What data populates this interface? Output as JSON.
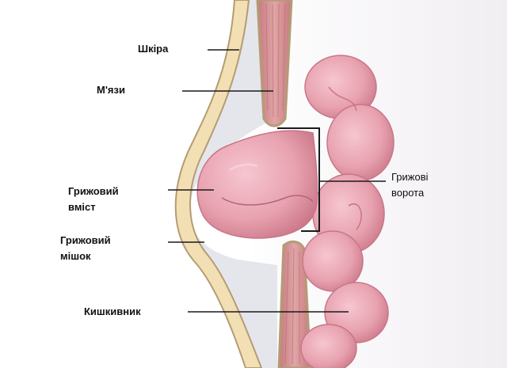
{
  "labels": {
    "skin": "Шкіра",
    "muscles": "М'язи",
    "hernia_content": "Грижовий\nвміст",
    "hernia_sac": "Грижовий\nмішок",
    "intestine": "Кишкивник",
    "hernia_gate": "Грижові\nворота"
  },
  "colors": {
    "skin": "#f3dfb4",
    "skin_outline": "#b49c74",
    "fat_tissue": "#e4e6ec",
    "muscle": "#d08c8e",
    "muscle_stripe": "#b86a6e",
    "intestine": "#e8a2b0",
    "intestine_dark": "#c97587",
    "leader_line": "#1a1a1a"
  }
}
